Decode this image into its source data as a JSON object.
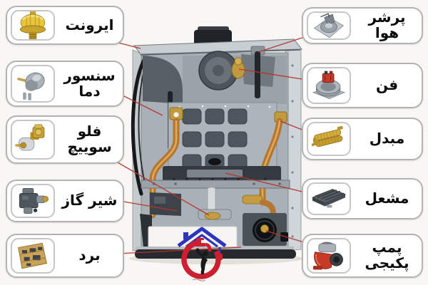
{
  "diagram": {
    "type": "labeled-parts-diagram",
    "language": "fa"
  },
  "callouts": {
    "left": [
      {
        "label": "ایرونت",
        "icon": "air-vent-icon"
      },
      {
        "label": "سنسور دما",
        "icon": "temperature-sensor-icon"
      },
      {
        "label": "فلو سوییچ",
        "icon": "flow-switch-icon"
      },
      {
        "label": "شیر گاز",
        "icon": "gas-valve-icon"
      },
      {
        "label": "برد",
        "icon": "circuit-board-icon"
      }
    ],
    "right": [
      {
        "label": "پرشر هوا",
        "icon": "air-pressure-switch-icon"
      },
      {
        "label": "فن",
        "icon": "fan-icon"
      },
      {
        "label": "مبدل",
        "icon": "heat-exchanger-icon"
      },
      {
        "label": "مشعل",
        "icon": "burner-icon"
      },
      {
        "label": "پمپ پکیجی",
        "icon": "pump-icon"
      }
    ]
  },
  "watermark": {
    "icon": "plumber-house-logo"
  },
  "colors": {
    "background": "#f8f7f4",
    "callout_bg": "#ffffff",
    "callout_border": "#b3b3b3",
    "callout_text": "#0a0a0a",
    "leader_line": "#b5342a",
    "logo_blue": "#2d35bd",
    "logo_red": "#cc2030",
    "boiler_case": "#b3bac0",
    "copper": "#b5762f",
    "brass": "#c39a3c"
  }
}
